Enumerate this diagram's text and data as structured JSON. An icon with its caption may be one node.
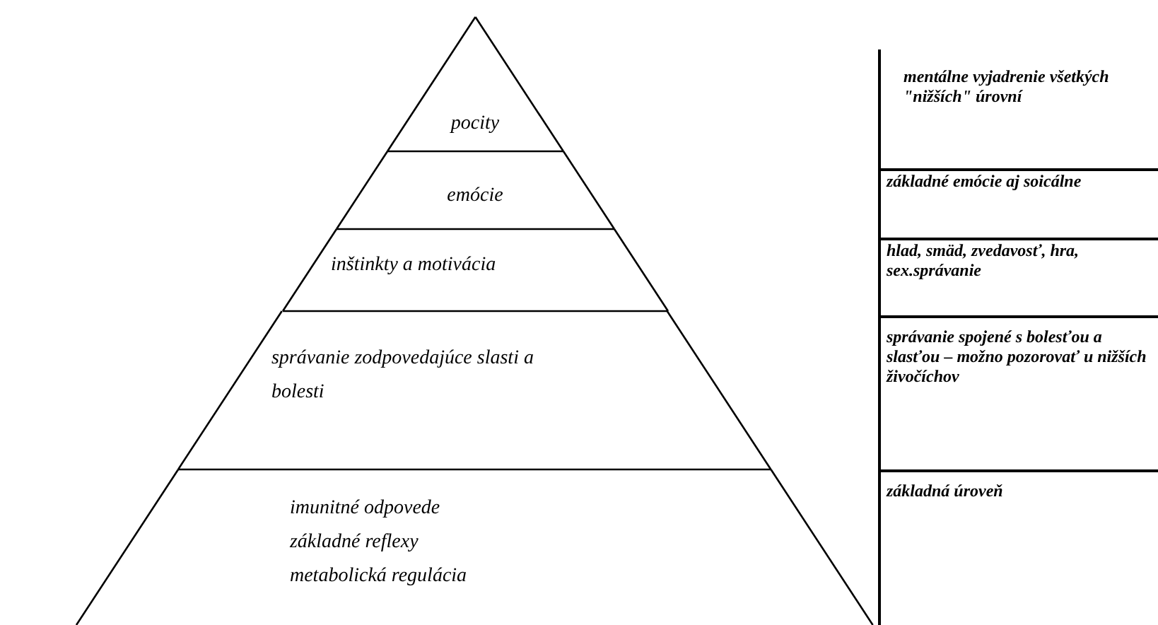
{
  "diagram": {
    "nodes": [
      {
        "text": [
          "pocity"
        ]
      },
      {
        "text": [
          "emócie"
        ]
      },
      {
        "text": [
          "inštinkty a motivácia"
        ]
      },
      {
        "text": [
          "správanie zodpovedajúce slasti a bolesti"
        ]
      },
      {
        "text": [
          "imunitné odpovede základné reflexy metabolická regulácia"
        ]
      },
      {
        "text": [
          "mentálne vyjadrenie všetkých \"nižších\" úrovní"
        ]
      },
      {
        "text": [
          "základné emócie aj soicálne"
        ]
      },
      {
        "text": [
          "hlad, smäd, zvedavosť, hra, sex.správanie"
        ]
      },
      {
        "text": [
          "správanie spojené s bolesťou a slasťou – možno pozorovať u nižších živočíchov"
        ]
      },
      {
        "text": [
          "základná úroveň"
        ]
      }
    ]
  }
}
